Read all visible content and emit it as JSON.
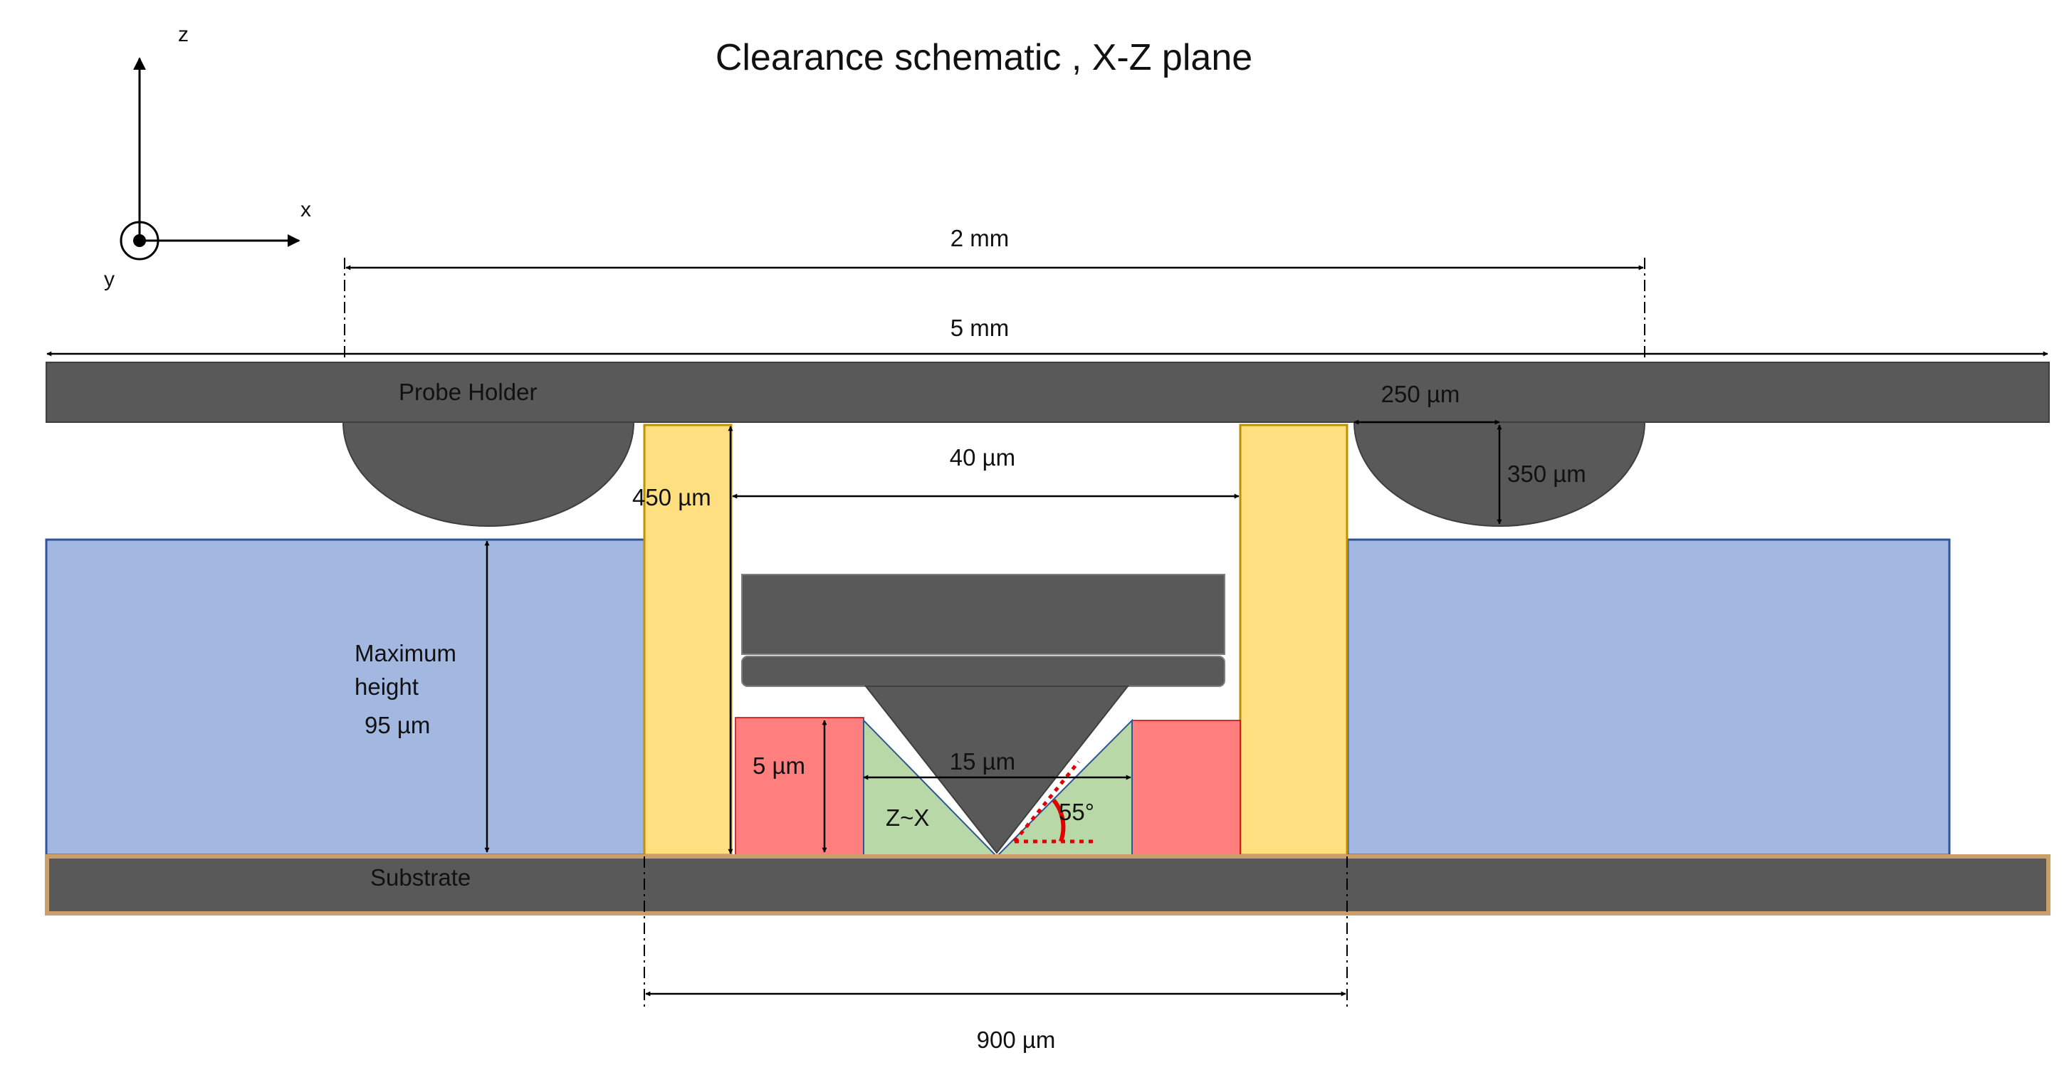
{
  "title": "Clearance schematic , X-Z plane",
  "axes": {
    "z": "z",
    "x": "x",
    "y": "y"
  },
  "labels": {
    "probe_holder": "Probe Holder",
    "substrate": "Substrate",
    "max_height_line1": "Maximum",
    "max_height_line2": "height",
    "max_height_value": "95 µm",
    "zx": "Z~X",
    "angle": "55°"
  },
  "dimensions": {
    "d_2mm": "2 mm",
    "d_5mm": "5 mm",
    "d_250um": "250 µm",
    "d_350um": "350 µm",
    "d_40um": "40 µm",
    "d_450um": "450 µm",
    "d_15um": "15 µm",
    "d_5um": "5 µm",
    "d_900um": "900 µm"
  },
  "colors": {
    "dark_gray": "#595959",
    "blue_block": "#a3b8e0",
    "blue_border": "#2f5597",
    "yellow_post": "#ffdf80",
    "yellow_border": "#bf9000",
    "red_block": "#ff7f7f",
    "green_triangle": "#b8d8a8",
    "substrate_border": "#c9a06a",
    "angle_mark": "#e00000"
  }
}
